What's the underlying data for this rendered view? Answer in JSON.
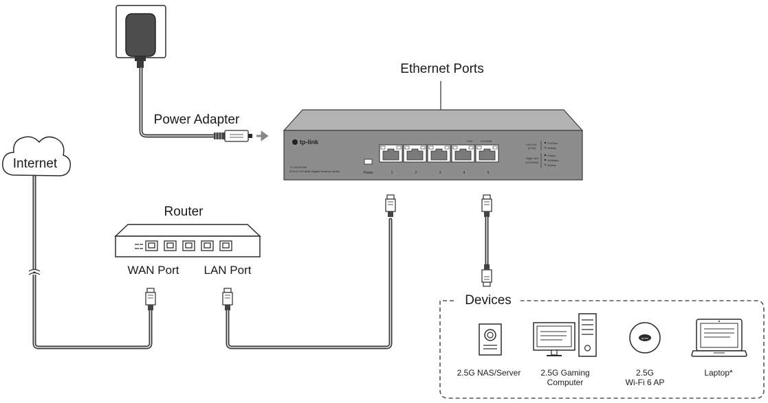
{
  "internet": {
    "label": "Internet"
  },
  "power_adapter": {
    "label": "Power Adapter"
  },
  "router": {
    "label": "Router",
    "wan_label": "WAN Port",
    "lan_label": "LAN Port"
  },
  "switch": {
    "ethernet_ports_label": "Ethernet Ports",
    "brand": "tp-link",
    "model": "TL-SG105-M2",
    "description": "5-Port 2.5G Multi-Gigabit Desktop Switch",
    "power_label": "Power",
    "port_numbers": [
      "1",
      "2",
      "3",
      "4",
      "5"
    ],
    "top_labels": [
      "2.5G",
      "1G/100M"
    ],
    "left_led": {
      "title": "Left LED",
      "sub": "(2.5G)",
      "items": [
        "2.5Gbps",
        "Activity"
      ]
    },
    "right_led": {
      "title": "Right LED",
      "sub": "(1G/100M)",
      "items": [
        "1Gbps",
        "100Mbps",
        "Activity"
      ]
    }
  },
  "devices": {
    "title": "Devices",
    "items": [
      {
        "name": "nas",
        "label_lines": [
          "2.5G NAS/Server"
        ],
        "icon": "nas-server-icon"
      },
      {
        "name": "gaming-computer",
        "label_lines": [
          "2.5G Gaming",
          "Computer"
        ],
        "icon": "desktop-computer-icon"
      },
      {
        "name": "wifi-ap",
        "label_lines": [
          "2.5G",
          "Wi-Fi 6 AP"
        ],
        "icon": "access-point-icon",
        "icon_text": "tp-link"
      },
      {
        "name": "laptop",
        "label_lines": [
          "Laptop*"
        ],
        "icon": "laptop-icon"
      }
    ]
  },
  "colors": {
    "switch_body": "#8d8d8d",
    "switch_top": "#b3b3b3",
    "cable": "#3a3a3a",
    "dashed_border": "#555555"
  }
}
